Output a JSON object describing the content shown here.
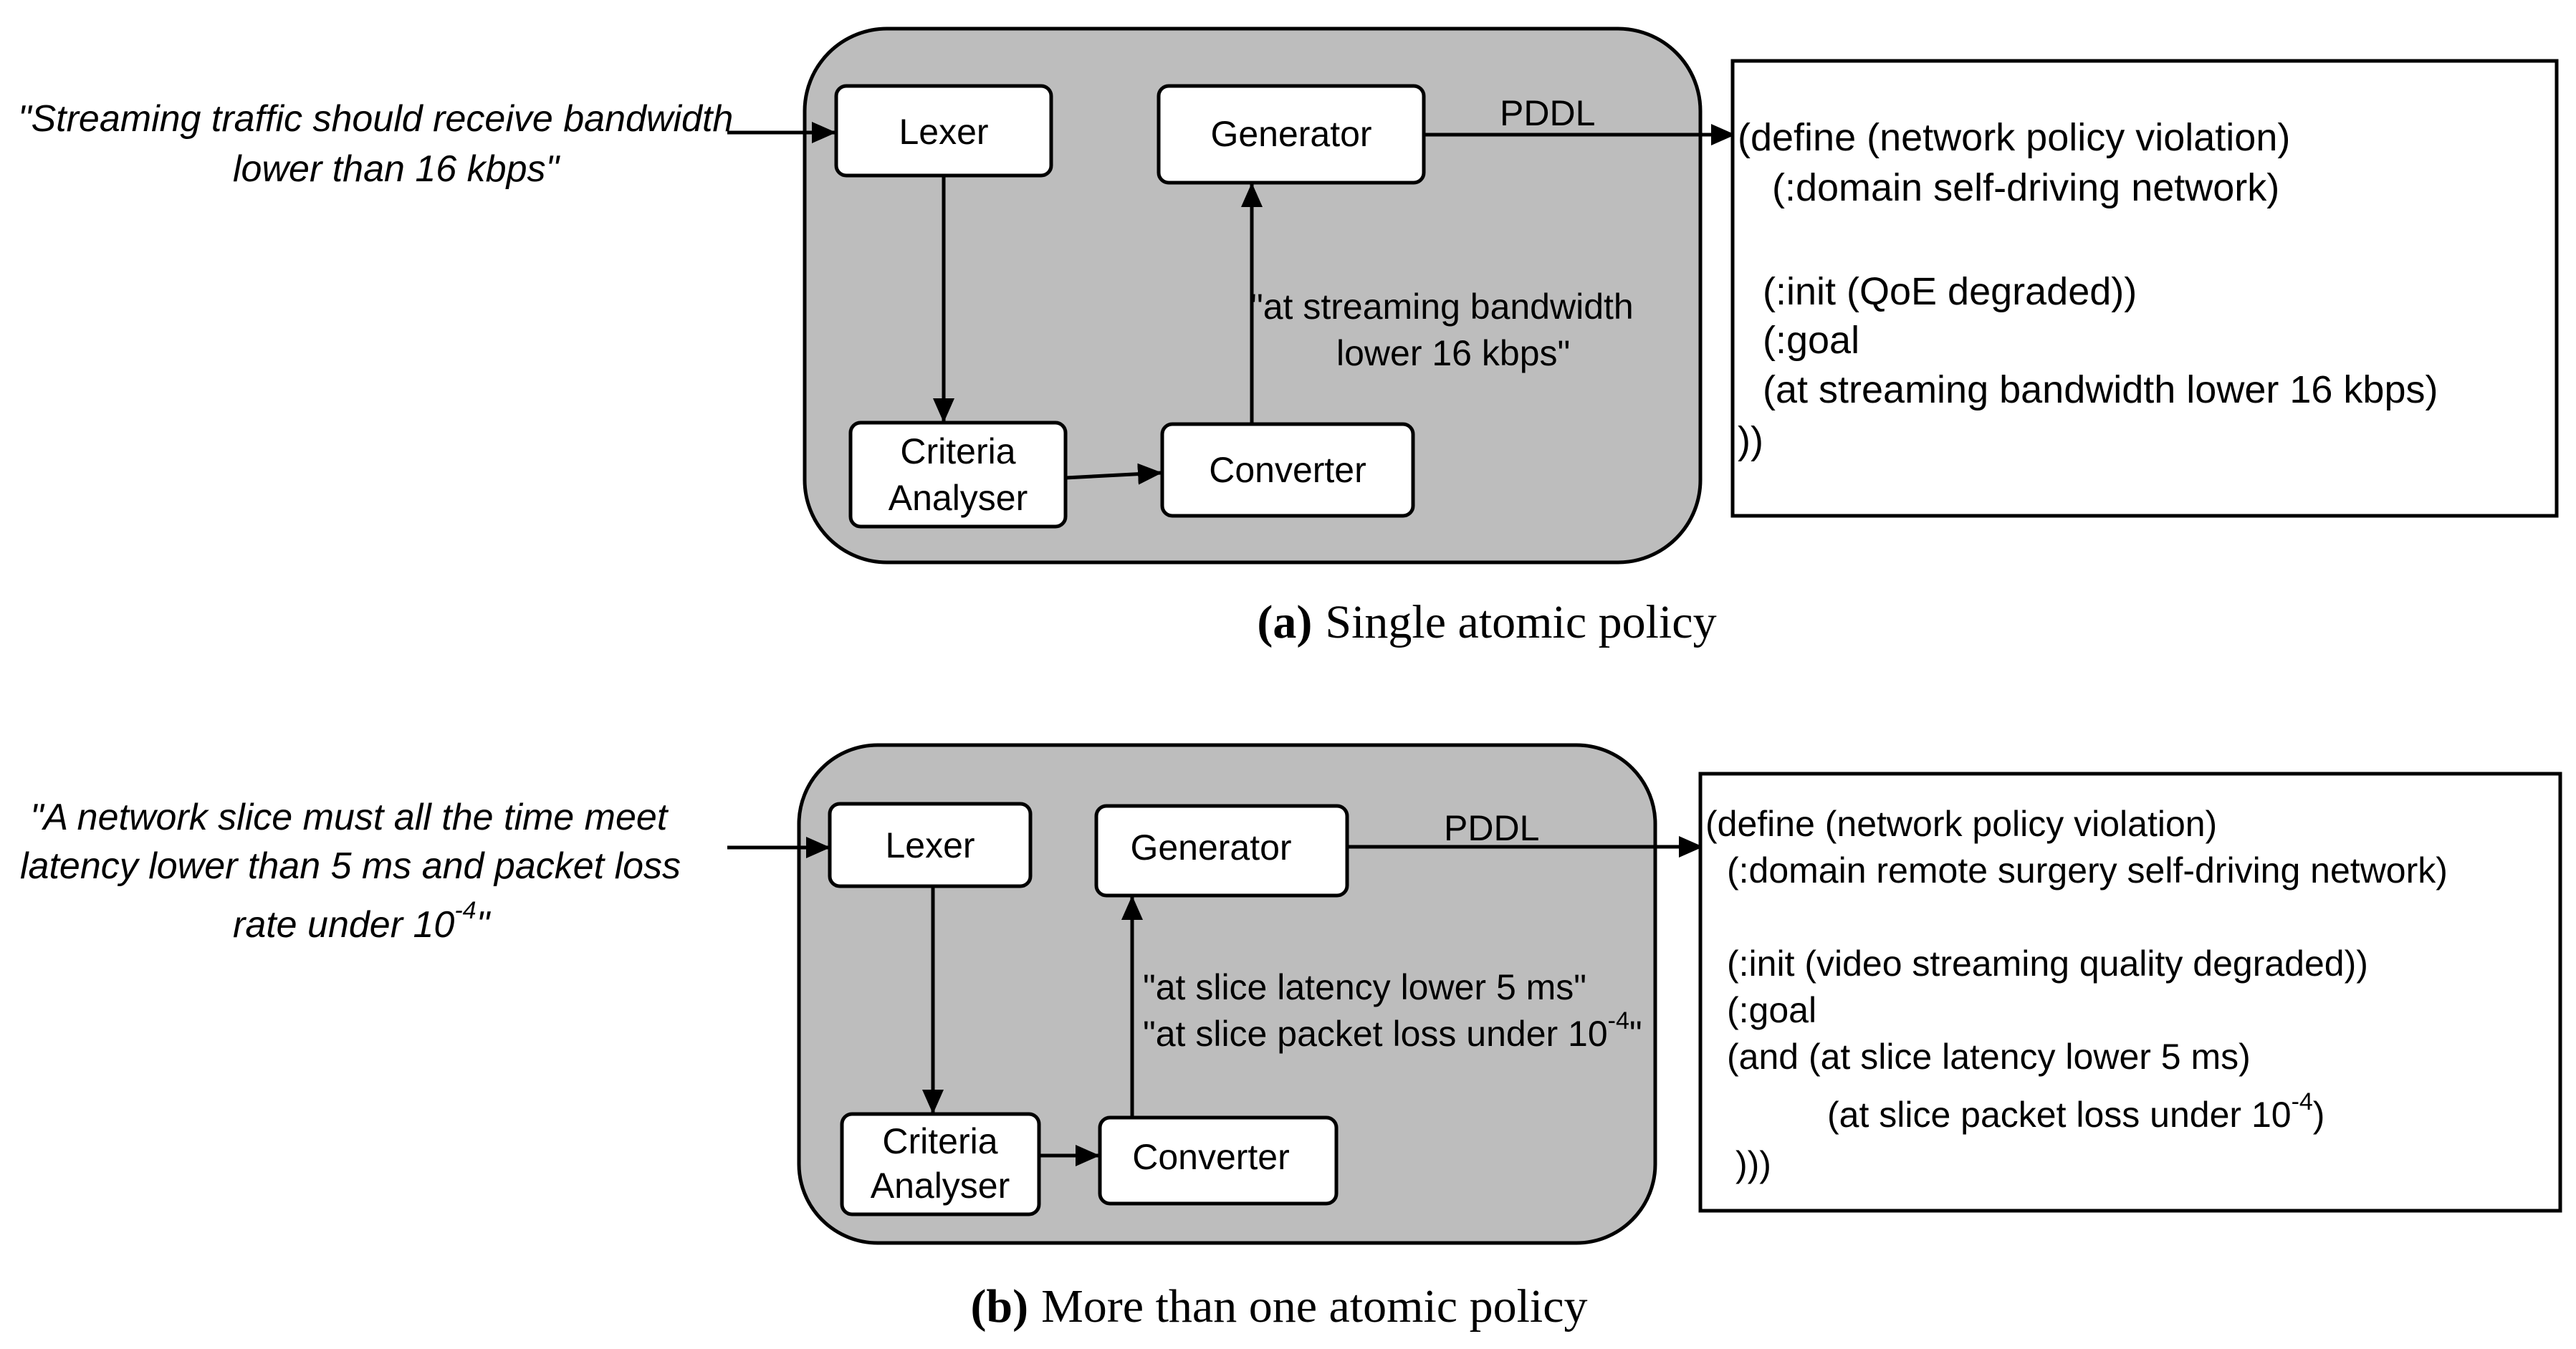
{
  "panel_a": {
    "input_quote": [
      "\"Streaming traffic should receive  bandwidth",
      "lower than 16 kbps\""
    ],
    "lexer": "Lexer",
    "generator": "Generator",
    "criteria": [
      "Criteria",
      "Analyser"
    ],
    "converter": "Converter",
    "pddl_label": "PDDL",
    "intermediate": [
      "\"at streaming bandwidth",
      "lower 16 kbps\""
    ],
    "code": [
      "(define (network policy violation)",
      "(:domain self-driving network)",
      "(:init (QoE degraded))",
      "(:goal",
      "(at streaming bandwidth lower 16 kbps)",
      "))"
    ],
    "caption_letter": "(a)",
    "caption_text": "Single atomic policy"
  },
  "panel_b": {
    "input_quote": [
      "\"A network slice must all the time meet",
      "latency lower than 5 ms and packet loss",
      "rate under 10",
      "-4",
      "\""
    ],
    "lexer": "Lexer",
    "generator": "Generator",
    "criteria": [
      "Criteria",
      "Analyser"
    ],
    "converter": "Converter",
    "pddl_label": "PDDL",
    "intermediate": [
      "\"at slice latency lower 5 ms\"",
      "\"at slice packet loss under 10",
      "-4",
      "\""
    ],
    "code": [
      "(define (network policy violation)",
      "(:domain remote surgery self-driving network)",
      "(:init (video streaming quality degraded))",
      "(:goal",
      "(and  (at slice latency lower 5 ms)",
      "(at slice packet loss under 10",
      "-4",
      ")",
      ")))"
    ],
    "caption_letter": "(b)",
    "caption_text": "More than one atomic policy"
  }
}
